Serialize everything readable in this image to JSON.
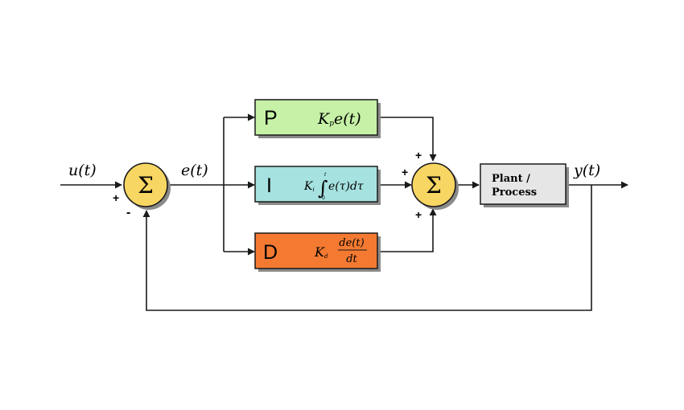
{
  "signals": {
    "input": "u(t)",
    "error": "e(t)",
    "output": "y(t)"
  },
  "signs": {
    "sum1_input": "+",
    "sum1_feedback": "-",
    "sum2_top": "+",
    "sum2_left": "+",
    "sum2_bottom": "+"
  },
  "summing_junction_symbol": "Σ",
  "blocks": {
    "p": {
      "letter": "P",
      "gain": "K",
      "gain_sub": "p",
      "expr": "e(t)",
      "color": "#c6f1a6"
    },
    "i": {
      "letter": "I",
      "gain": "K",
      "gain_sub": "i",
      "expr": "e(τ)dτ",
      "upper": "t",
      "lower": "0",
      "color": "#a5e2e0"
    },
    "d": {
      "letter": "D",
      "gain": "K",
      "gain_sub": "d",
      "num": "de(t)",
      "den": "dt",
      "color": "#f47a32"
    },
    "plant": {
      "line1": "Plant /",
      "line2": "Process",
      "color": "#e6e6e6"
    }
  },
  "colors": {
    "sum_fill": "#f8d663",
    "line": "#1a1a1a",
    "shadow": "#8a8a8a"
  }
}
